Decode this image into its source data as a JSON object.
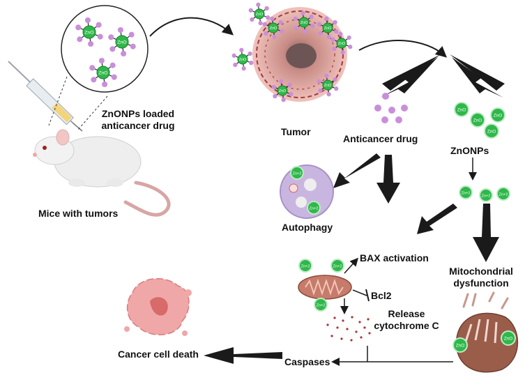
{
  "labels": {
    "drug_loaded": [
      "ZnONPs loaded",
      "anticancer drug"
    ],
    "mice": "Mice with tumors",
    "tumor": "Tumor",
    "anticancer_drug": "Anticancer drug",
    "znonps": "ZnONPs",
    "autophagy": "Autophagy",
    "bax": "BAX activation",
    "bcl2": "Bcl2",
    "release": [
      "Release",
      "cytochrome C"
    ],
    "mito": [
      "Mitochondrial",
      "dysfunction"
    ],
    "caspases": "Caspases",
    "death": "Cancer cell death"
  },
  "particle_labels": {
    "zno": "ZnO",
    "zn_ion": "Zn+2"
  },
  "colors": {
    "zno_green": "#2fb84a",
    "drug_purple": "#c98fd8",
    "arrow": "#1a1a1a",
    "tumor": "#e9a7a0",
    "mito": "#b56a5a"
  }
}
